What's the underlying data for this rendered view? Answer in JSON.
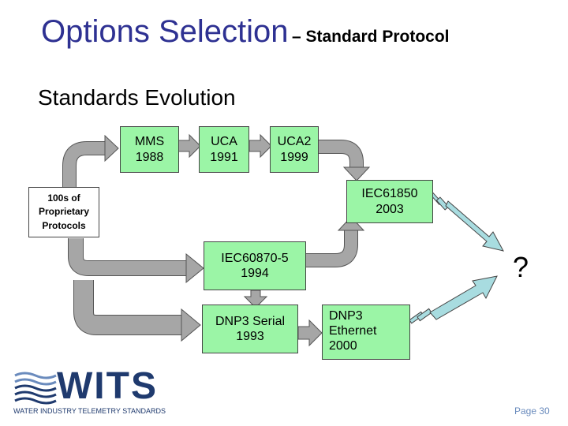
{
  "title": {
    "main": "Options Selection",
    "sub": "– Standard Protocol"
  },
  "heading": "Standards Evolution",
  "nodes": {
    "mms": "MMS\n1988",
    "uca": "UCA\n1991",
    "uca2": "UCA2\n1999",
    "iec61850": "IEC61850\n2003",
    "proprietary": "100s of\nProprietary\nProtocols",
    "iec60870": "IEC60870-5\n1994",
    "dnp3_serial": "DNP3 Serial\n1993",
    "dnp3_ethernet": "DNP3\nEthernet\n2000",
    "unknown": "?"
  },
  "brand": {
    "name": "WITS",
    "tagline": "WATER INDUSTRY TELEMETRY STANDARDS"
  },
  "page_number": "Page 30",
  "colors": {
    "title": "#2e3192",
    "box_fill": "#9bf5a6",
    "arrow_grey": "#a6a6a6",
    "arrow_cyan": "#a8dce0"
  }
}
